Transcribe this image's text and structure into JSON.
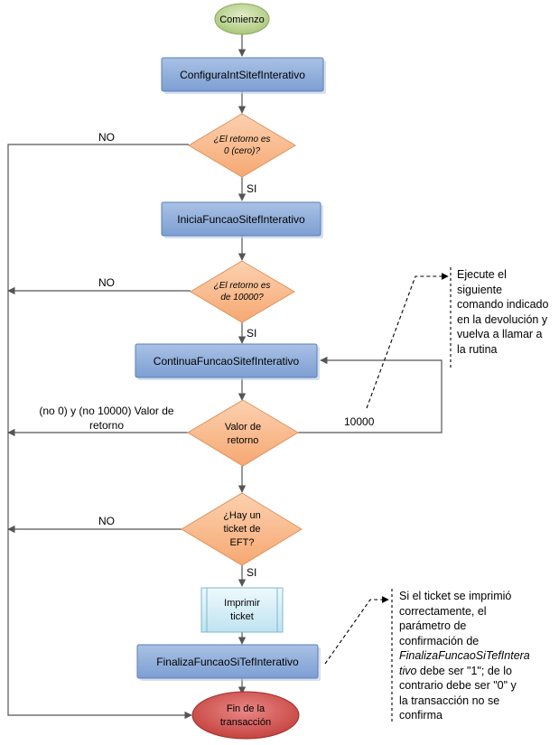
{
  "nodes": {
    "start": "Comienzo",
    "configura": "ConfiguraIntSitefInterativo",
    "decision1": [
      "¿El retorno es",
      "0 (cero)?"
    ],
    "inicia": "IniciaFuncaoSitefInterativo",
    "decision2": [
      "¿El retorno es",
      "de 10000?"
    ],
    "continua": "ContinuaFuncaoSitefInterativo",
    "decision3": [
      "Valor de",
      "retorno"
    ],
    "decision4": [
      "¿Hay un",
      "ticket de",
      "EFT?"
    ],
    "imprimir": [
      "Imprimir",
      "ticket"
    ],
    "finaliza": "FinalizaFuncaoSiTefInterativo",
    "end": [
      "Fin de la",
      "transacción"
    ]
  },
  "edges": {
    "no1": "NO",
    "si1": "SI",
    "no2": "NO",
    "si2": "SI",
    "other_value": [
      "(no 0) y (no 10000) Valor de",
      "retorno"
    ],
    "ten_thousand": "10000",
    "no3": "NO",
    "si3": "SI"
  },
  "notes": {
    "execute": [
      "Ejecute el",
      "siguiente",
      "comando indicado",
      "en la devolución y",
      "vuelva a llamar a",
      "la rutina"
    ],
    "ticket_line1": "Si el ticket se imprimió",
    "ticket_line2": "correctamente, el",
    "ticket_line3": "parámetro de",
    "ticket_line4": "confirmación de",
    "ticket_italic1": "FinalizaFuncaoSiTefIntera",
    "ticket_italic2": "tivo",
    "ticket_rest2": " debe ser \"1\"; de lo",
    "ticket_line6": "contrario debe ser \"0\" y",
    "ticket_line7": "la transacción no se",
    "ticket_line8": "confirma"
  },
  "colors": {
    "process_fill": "#8eaedb",
    "process_stroke": "#5a7fb8",
    "decision_fill": "#f9b98b",
    "decision_stroke": "#e0935c",
    "start_fill": "#c3d89a",
    "end_fill": "#d7534f",
    "io_fill": "#d3eef7",
    "line": "#555555"
  }
}
